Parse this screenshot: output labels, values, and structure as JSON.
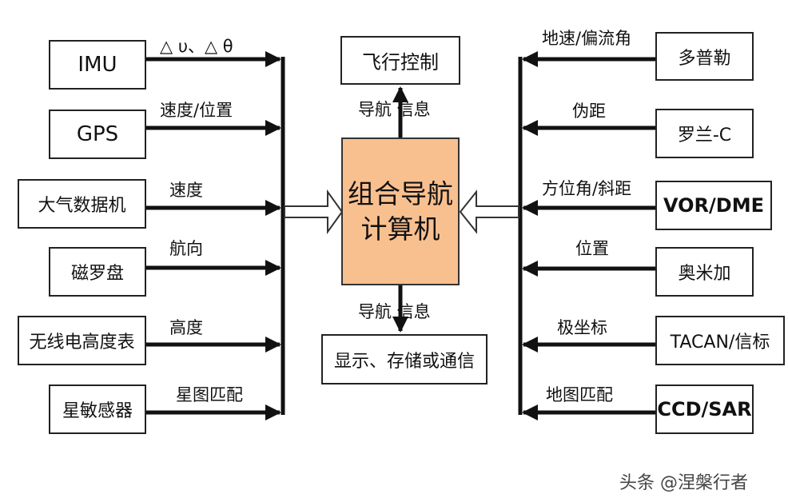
{
  "center": {
    "line1": "组合导航",
    "line2": "计算机"
  },
  "top": {
    "box": "飞行控制",
    "label": "导航 信息"
  },
  "bottom": {
    "box": "显示、存储或通信",
    "label": "导航 信息"
  },
  "left_sensors": [
    {
      "box": "IMU",
      "signal": "△ υ、△ θ"
    },
    {
      "box": "GPS",
      "signal": "速度/位置"
    },
    {
      "box": "大气数据机",
      "signal": "速度"
    },
    {
      "box": "磁罗盘",
      "signal": "航向"
    },
    {
      "box": "无线电高度表",
      "signal": "高度"
    },
    {
      "box": "星敏感器",
      "signal": "星图匹配"
    }
  ],
  "right_sensors": [
    {
      "box": "多普勒",
      "signal": "地速/偏流角"
    },
    {
      "box": "罗兰-C",
      "signal": "伪距"
    },
    {
      "box": "VOR/DME",
      "signal": "方位角/斜距"
    },
    {
      "box": "奥米加",
      "signal": "位置"
    },
    {
      "box": "TACAN/信标",
      "signal": "极坐标"
    },
    {
      "box": "CCD/SAR",
      "signal": "地图匹配"
    }
  ],
  "watermark": "头条 @涅槃行者",
  "colors": {
    "center_fill": "#f9c08f",
    "line": "#111111"
  }
}
